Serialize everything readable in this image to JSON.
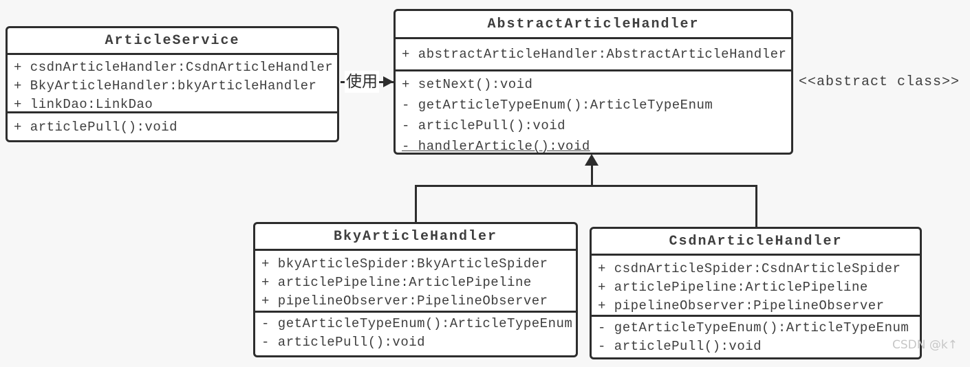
{
  "canvas": {
    "background": "#f7f7f7",
    "border_color": "#2d2d2d",
    "text_color": "#3e3e3e",
    "watermark_color": "#c7c7c7"
  },
  "classes": {
    "article_service": {
      "title": "ArticleService",
      "attributes": [
        "+ csdnArticleHandler:CsdnArticleHandler",
        "+ BkyArticleHandler:bkyArticleHandler",
        "+ linkDao:LinkDao"
      ],
      "methods": [
        "+ articlePull():void"
      ]
    },
    "abstract_article_handler": {
      "title": "AbstractArticleHandler",
      "attributes": [
        "+ abstractArticleHandler:AbstractArticleHandler"
      ],
      "methods": [
        "+ setNext():void",
        "- getArticleTypeEnum():ArticleTypeEnum",
        "- articlePull():void",
        "- handlerArticle():void"
      ]
    },
    "bky_article_handler": {
      "title": "BkyArticleHandler",
      "attributes": [
        "+ bkyArticleSpider:BkyArticleSpider",
        "+ articlePipeline:ArticlePipeline",
        "+ pipelineObserver:PipelineObserver"
      ],
      "methods": [
        "- getArticleTypeEnum():ArticleTypeEnum",
        "- articlePull():void"
      ]
    },
    "csdn_article_handler": {
      "title": "CsdnArticleHandler",
      "attributes": [
        "+ csdnArticleSpider:CsdnArticleSpider",
        "+ articlePipeline:ArticlePipeline",
        "+ pipelineObserver:PipelineObserver"
      ],
      "methods": [
        "- getArticleTypeEnum():ArticleTypeEnum",
        "- articlePull():void"
      ]
    }
  },
  "connectors": {
    "use_label": "使用",
    "stereotype_label": "<<abstract class>>"
  },
  "watermark": "CSDN @k↑"
}
